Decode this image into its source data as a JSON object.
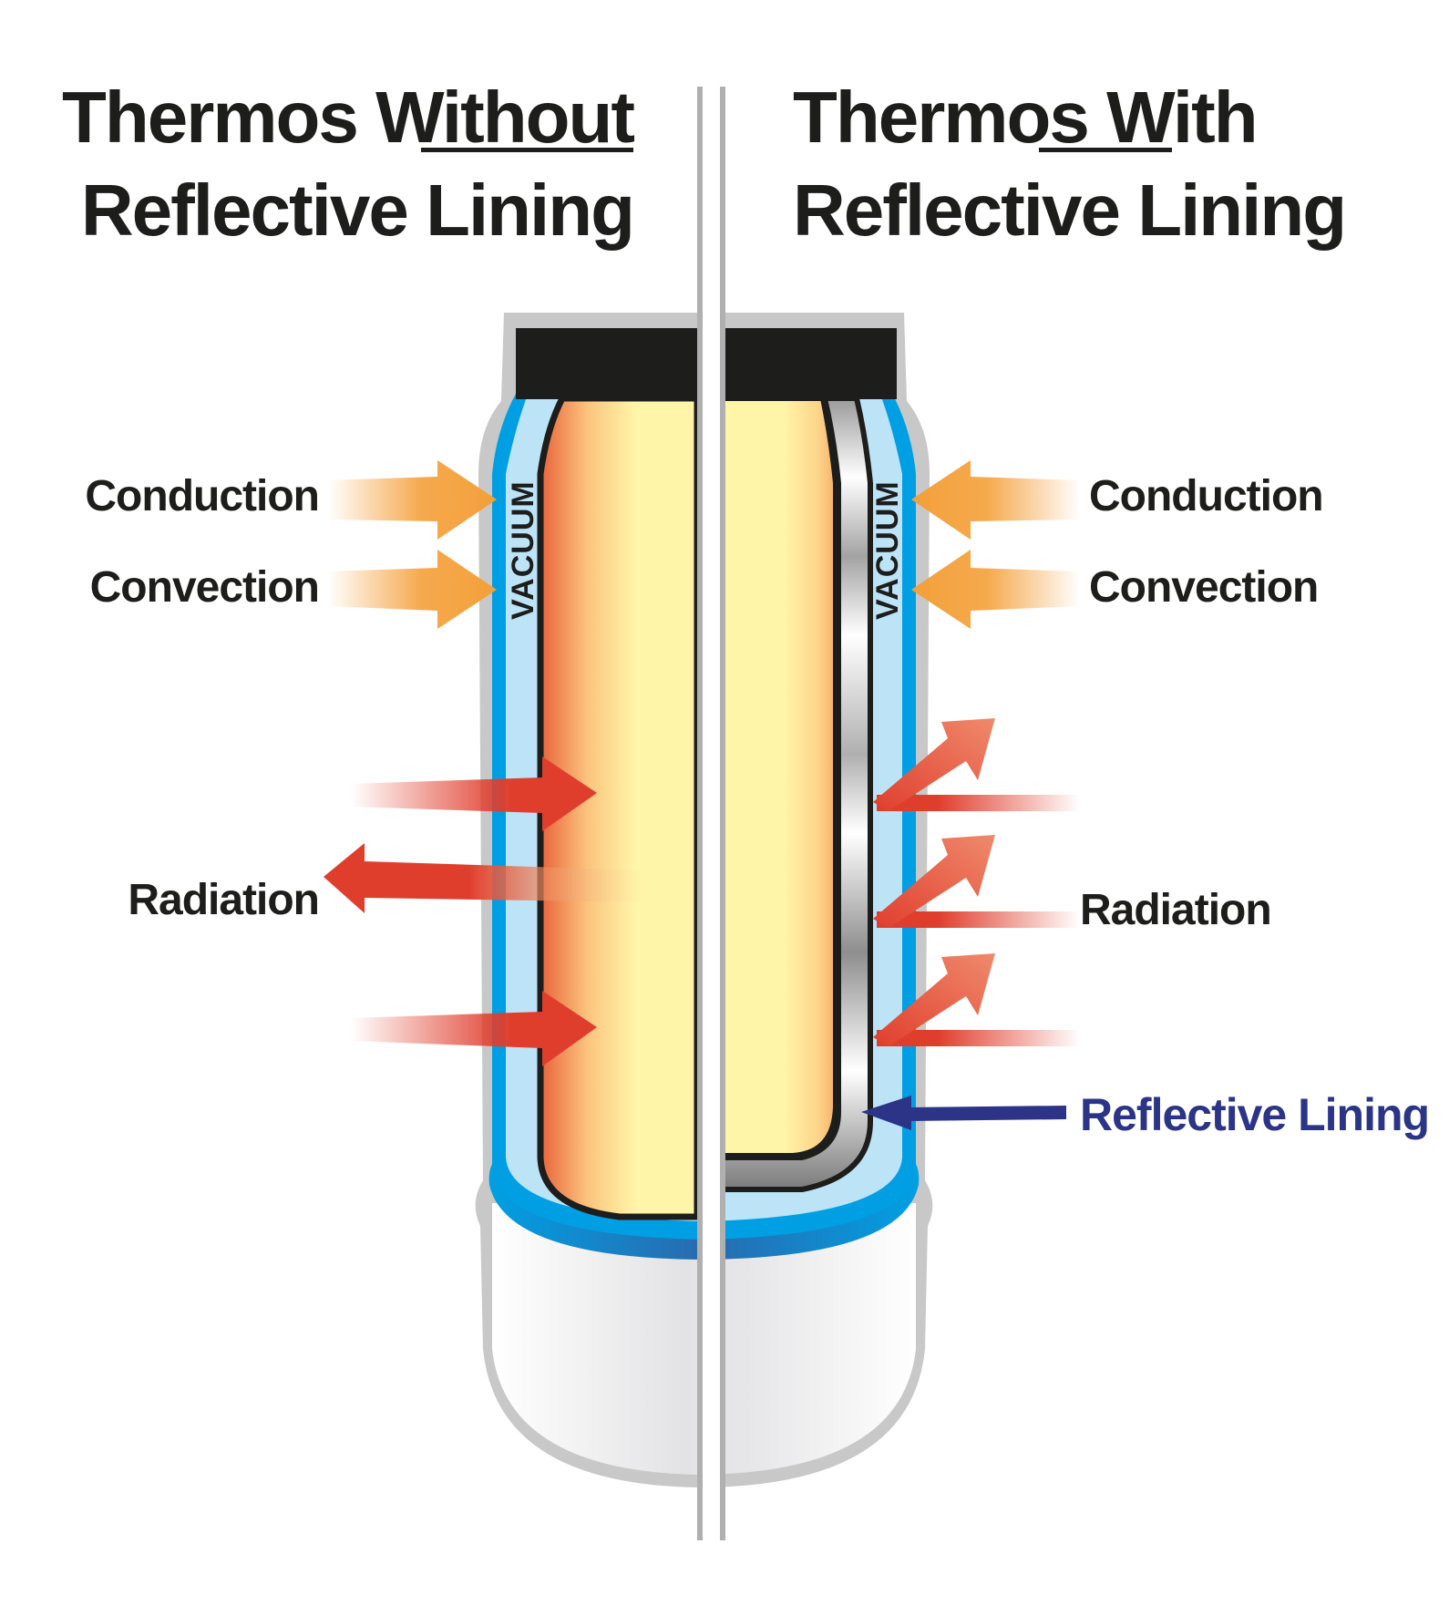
{
  "left_panel": {
    "title_line1_prefix": "Thermos ",
    "title_line1_emphasis": "Without",
    "title_line2": "Reflective Lining",
    "labels": {
      "conduction": "Conduction",
      "convection": "Convection",
      "radiation": "Radiation",
      "vacuum": "VACUUM"
    }
  },
  "right_panel": {
    "title_line1_prefix": "Thermos ",
    "title_line1_emphasis": "With",
    "title_line2": "Reflective Lining",
    "labels": {
      "conduction": "Conduction",
      "convection": "Convection",
      "radiation": "Radiation",
      "vacuum": "VACUUM",
      "reflective_lining": "Reflective Lining"
    }
  },
  "colors": {
    "text": "#1d1d1b",
    "orange_arrow": "#f4a03a",
    "red_arrow": "#e03e2d",
    "vacuum_fill": "#bde3f7",
    "outer_blue": "#009fe3",
    "liquid_yellow": "#fff5a8",
    "liquid_orange": "#e8633a",
    "lid": "#1d1d1b",
    "casing_gray": "#c8c8c8",
    "reflective_label": "#2b3486"
  }
}
